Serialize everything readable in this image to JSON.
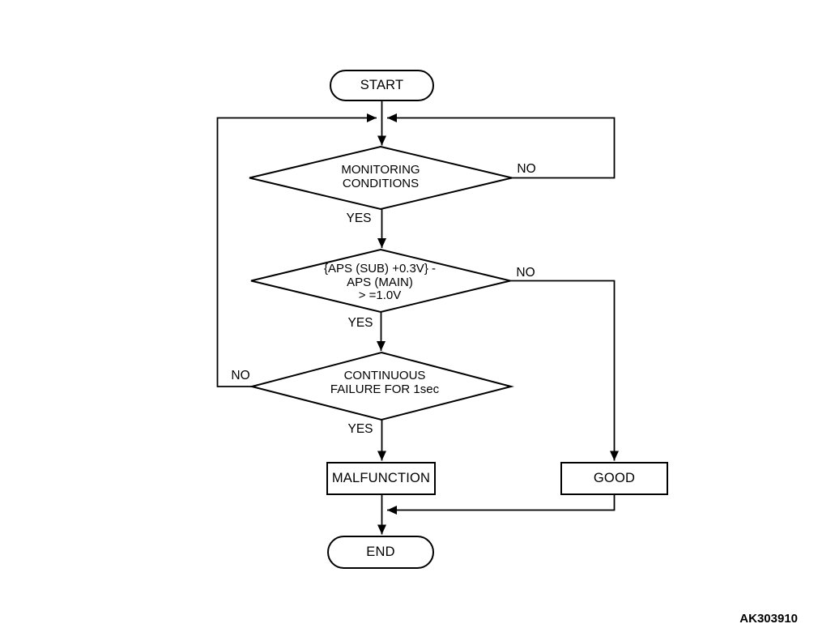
{
  "flowchart": {
    "figure_code": "AK303910",
    "nodes": {
      "start": {
        "type": "terminator",
        "label": "START"
      },
      "decision_monitoring": {
        "type": "decision",
        "line1": "MONITORING",
        "line2": "CONDITIONS"
      },
      "decision_aps": {
        "type": "decision",
        "line1": "{APS (SUB) +0.3V} -",
        "line2": "APS (MAIN)",
        "line3": "> =1.0V"
      },
      "decision_continuous": {
        "type": "decision",
        "line1": "CONTINUOUS",
        "line2": "FAILURE FOR 1sec"
      },
      "malfunction": {
        "type": "process",
        "label": "MALFUNCTION"
      },
      "good": {
        "type": "process",
        "label": "GOOD"
      },
      "end": {
        "type": "terminator",
        "label": "END"
      }
    },
    "branch_labels": {
      "monitoring_yes": "YES",
      "monitoring_no": "NO",
      "aps_yes": "YES",
      "aps_no": "NO",
      "continuous_yes": "YES",
      "continuous_no": "NO"
    },
    "colors": {
      "line": "#000000",
      "background": "#ffffff",
      "text": "#000000"
    }
  }
}
